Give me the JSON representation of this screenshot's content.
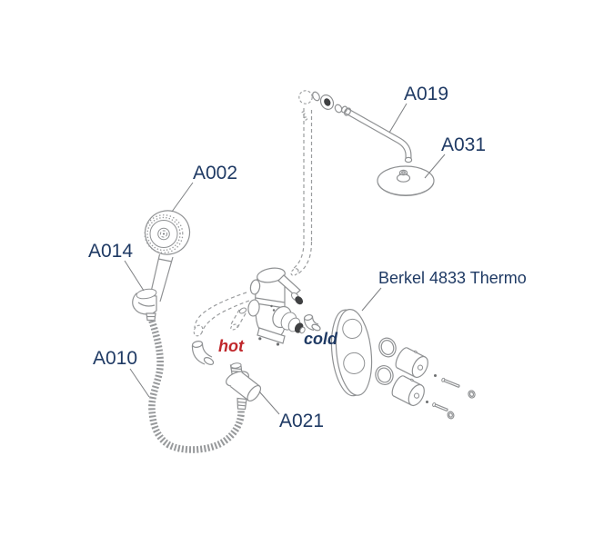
{
  "diagram": {
    "type": "exploded parts diagram — concealed thermostatic shower set",
    "labels": {
      "a019": "A019",
      "a031": "A031",
      "a002": "A002",
      "a014": "A014",
      "a010": "A010",
      "a021": "A021",
      "product": "Berkel 4833 Thermo",
      "hot": "hot",
      "cold": "cold"
    },
    "part_codes": [
      "A002",
      "A010",
      "A014",
      "A019",
      "A021",
      "A031"
    ],
    "colors": {
      "label_navy": "#1f3a64",
      "hot_red": "#c0272b",
      "line_gray": "#8f9193",
      "dark_accent": "#3f4042",
      "background": "#ffffff"
    }
  }
}
